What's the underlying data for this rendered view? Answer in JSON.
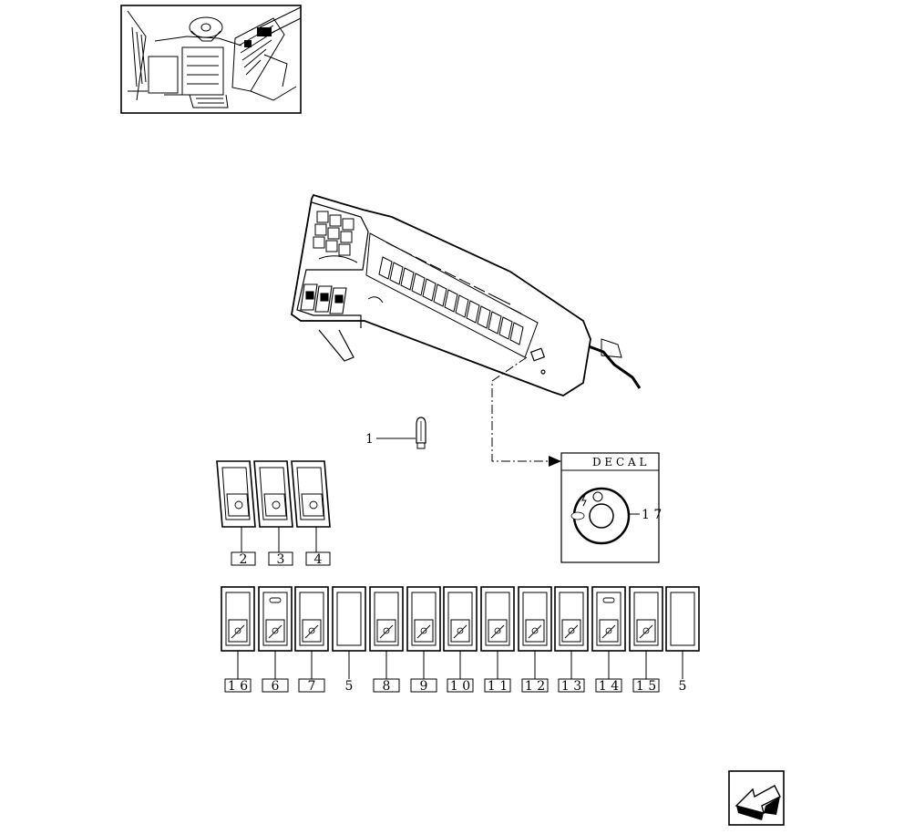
{
  "callouts": {
    "item_1": "1",
    "item_17": "1 7",
    "top_switches": [
      "2",
      "3",
      "4"
    ],
    "bottom_switches": [
      "1 6",
      "6",
      "7",
      "5",
      "8",
      "9",
      "1 0",
      "1 1",
      "1 2",
      "1 3",
      "1 4",
      "1 5",
      "5"
    ]
  },
  "decal": {
    "title": "D E C A L"
  },
  "icons": {
    "nav": "previous-page-arrow-icon"
  }
}
